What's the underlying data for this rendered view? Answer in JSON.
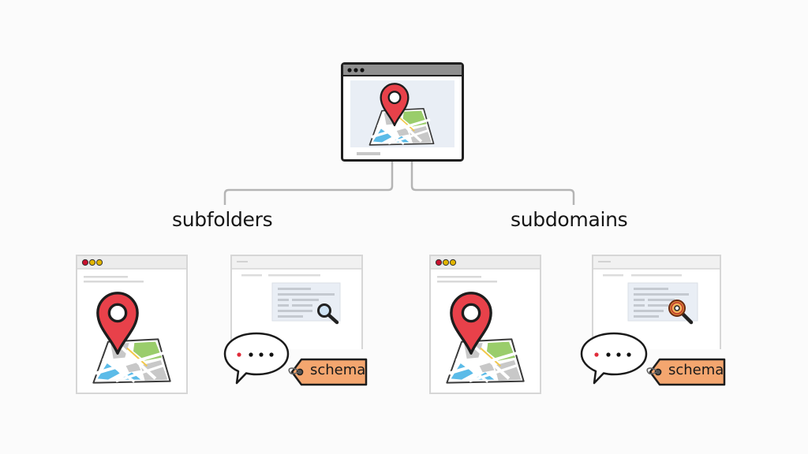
{
  "diagram": {
    "root": {
      "description": "main site browser window with map pin",
      "icon": "map-pin-icon",
      "colors": {
        "frame": "#1f1f1f",
        "titlebar": "#8f8f8f",
        "content_bg": "#e9eef5",
        "pin": "#e8414a"
      }
    },
    "branches": [
      {
        "label": "subfolders",
        "windows": [
          {
            "type": "local-map",
            "icon": "map-pin-icon",
            "traffic_lights": [
              "#c8102e",
              "#e1b400",
              "#e1b400"
            ]
          },
          {
            "type": "search-result",
            "icon": "magnifier-icon",
            "bubble_dots": [
              "red",
              "black",
              "black",
              "black"
            ],
            "tag_label": "schema"
          }
        ]
      },
      {
        "label": "subdomains",
        "windows": [
          {
            "type": "local-map",
            "icon": "map-pin-icon",
            "traffic_lights": [
              "#c8102e",
              "#e1b400",
              "#e1b400"
            ]
          },
          {
            "type": "search-result",
            "icon": "magnifier-icon-orange",
            "bubble_dots": [
              "red",
              "black",
              "black",
              "black"
            ],
            "tag_label": "schema"
          }
        ]
      }
    ],
    "colors": {
      "connector": "#b5b5b5",
      "tag_fill": "#f4a66f",
      "map_green": "#9acd6b",
      "map_blue": "#5bbbe8",
      "map_gray": "#c8c8c8",
      "map_road": "#f2c84b",
      "bubble_red_dot": "#e02c3a"
    }
  }
}
